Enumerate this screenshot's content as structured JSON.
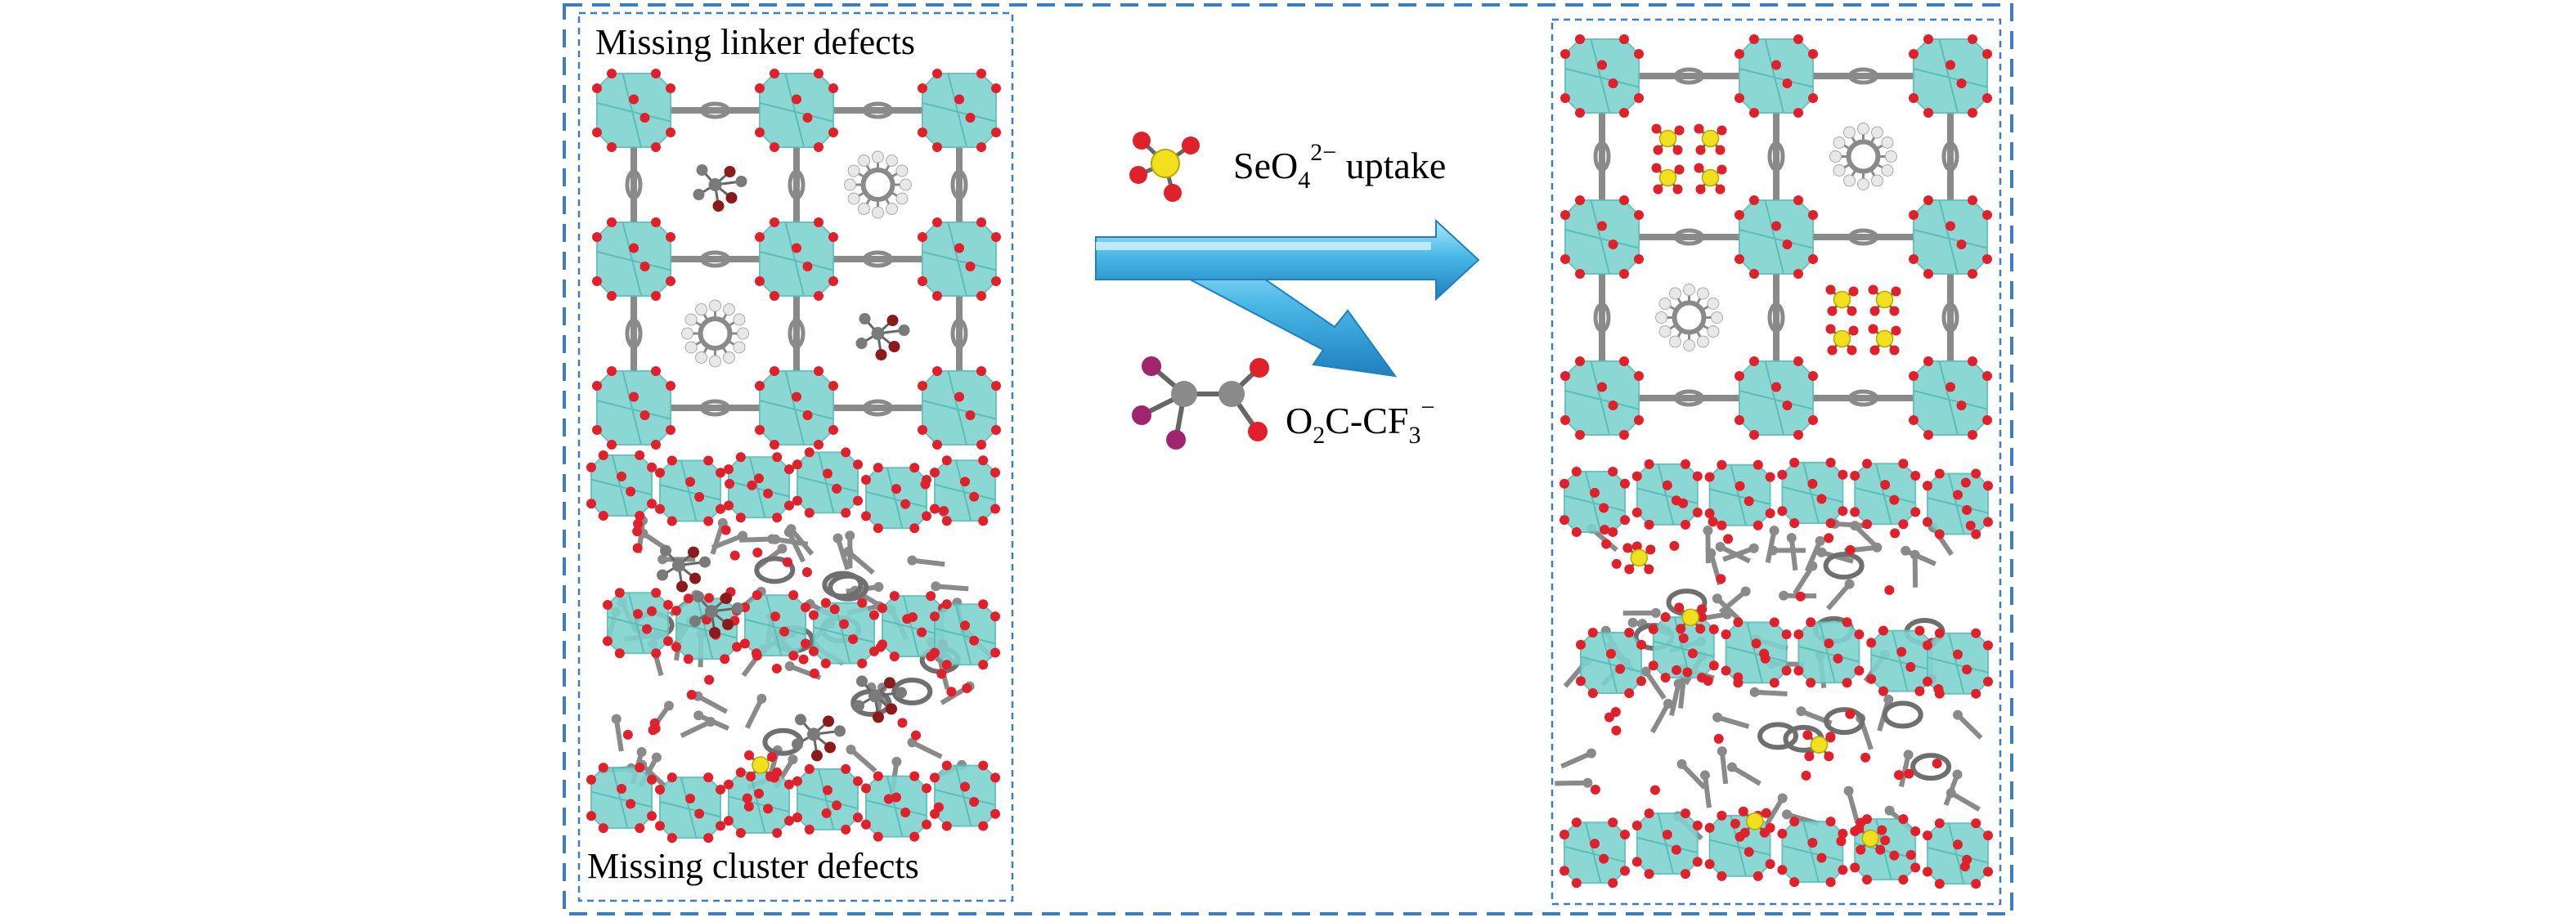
{
  "panels": {
    "left_top_label": "Missing linker defects",
    "left_bottom_label": "Missing cluster defects"
  },
  "reaction": {
    "upper_species": {
      "base": "SeO",
      "subscript": "4",
      "superscript": "2−",
      "suffix": " uptake"
    },
    "lower_species": {
      "prefix": "O",
      "subscript1": "2",
      "middle": "C-CF",
      "subscript2": "3",
      "superscript": "−"
    }
  },
  "colors": {
    "frame_dash": "#3a7fbf",
    "zr_cluster": "#7fd3cf",
    "zr_cluster_edge": "#5bbdb8",
    "oxygen": "#e0202a",
    "carbon": "#8a8a8a",
    "hydrogen": "#e8e8e8",
    "selenium": "#f2e01e",
    "fluorine": "#a0246e",
    "modulator": "#8b1a1a",
    "arrow": "#4ab8e6",
    "arrow_dark": "#1f8cc8"
  }
}
